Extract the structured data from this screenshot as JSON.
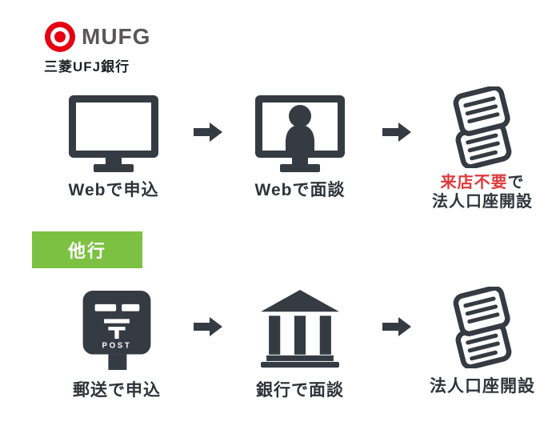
{
  "brand": {
    "logo_text": "MUFG",
    "bank_name": "三菱UFJ銀行"
  },
  "colors": {
    "icon_ink": "#343b42",
    "text_ink": "#2e343a",
    "accent_red": "#de3a3c",
    "badge_green": "#7cc142",
    "logo_red": "#e60012",
    "logo_gray": "#595757"
  },
  "mufg_flow": {
    "steps": [
      {
        "icon": "monitor-icon",
        "label": "Webで申込"
      },
      {
        "icon": "web-interview-monitor-icon",
        "label": "Webで面談"
      },
      {
        "icon": "documents-icon",
        "label_highlight": "来店不要",
        "label_rest": "で",
        "label_line2": "法人口座開設"
      }
    ]
  },
  "other_banks": {
    "badge_label": "他行",
    "steps": [
      {
        "icon": "postbox-icon",
        "label": "郵送で申込",
        "postal_mark_text": "POST"
      },
      {
        "icon": "bank-building-icon",
        "label": "銀行で面談"
      },
      {
        "icon": "documents-icon",
        "label": "法人口座開設"
      }
    ]
  }
}
